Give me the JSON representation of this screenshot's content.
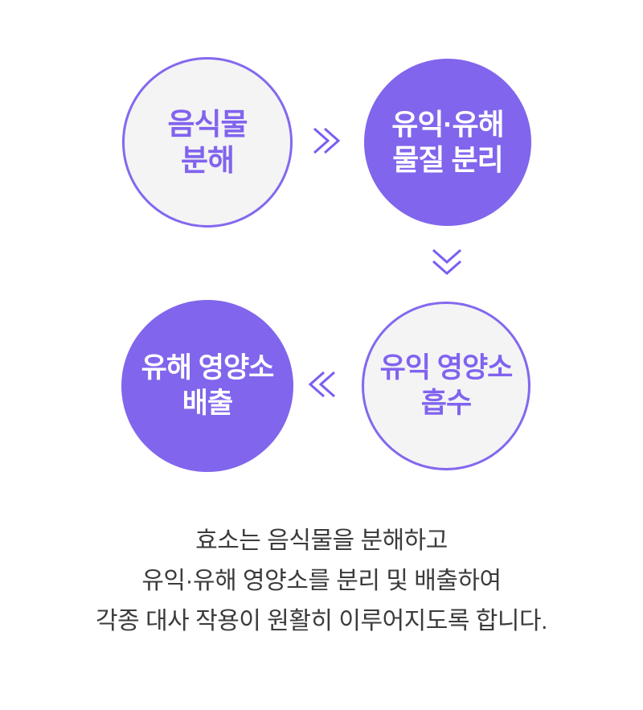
{
  "colors": {
    "purple_fill": "#8165EC",
    "purple_border": "#8468EE",
    "purple_text": "#8163EE",
    "chevron": "#7B5DF0",
    "circle_gray": "#F4F4F5",
    "caption_text": "#3B3B3B",
    "background": "#FFFFFF"
  },
  "flow": {
    "steps": [
      {
        "id": "step-1",
        "line1": "음식물",
        "line2": "분해",
        "style": "outline",
        "position": "top-left"
      },
      {
        "id": "step-2",
        "line1": "유익·유해",
        "line2": "물질 분리",
        "style": "filled",
        "position": "top-right"
      },
      {
        "id": "step-3",
        "line1": "유익 영양소",
        "line2": "흡수",
        "style": "outline",
        "position": "bottom-right"
      },
      {
        "id": "step-4",
        "line1": "유해 영양소",
        "line2": "배출",
        "style": "filled",
        "position": "bottom-left"
      }
    ],
    "arrows": [
      {
        "direction": "right",
        "meaning": "step1-to-step2"
      },
      {
        "direction": "down",
        "meaning": "step2-to-step3"
      },
      {
        "direction": "left",
        "meaning": "step3-to-step4"
      }
    ]
  },
  "caption": {
    "lines": [
      "효소는 음식물을 분해하고",
      "유익·유해 영양소를 분리 및 배출하여",
      "각종 대사 작용이 원활히 이루어지도록 합니다."
    ]
  }
}
